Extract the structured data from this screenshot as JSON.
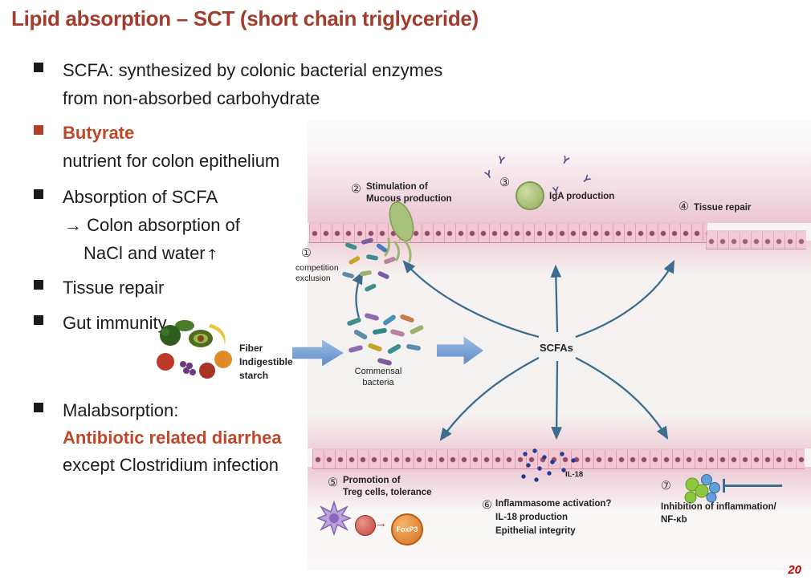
{
  "slide": {
    "title": "Lipid absorption – SCT (short chain triglyceride)",
    "page_number": "20"
  },
  "bullets": {
    "b1": "SCFA: synthesized by colonic bacterial enzymes\nfrom non-absorbed carbohydrate",
    "b2_title": "Butyrate",
    "b2_sub": "nutrient for colon epithelium",
    "b3_l1": "Absorption of SCFA",
    "b3_l2": "→ Colon absorption of",
    "b3_l3": "NaCl and water",
    "b3_arrow": "↑",
    "b4": "Tissue repair",
    "b5": "Gut immunity",
    "b6_l1": "Malabsorption:",
    "b6_l2": "Antibiotic related diarrhea",
    "b6_l3": "except Clostridium infection"
  },
  "figure": {
    "num1": "①",
    "num2": "②",
    "num3": "③",
    "num4": "④",
    "num5": "⑤",
    "num6": "⑥",
    "num7": "⑦",
    "competition": "competition\nexclusion",
    "stimulation": "Stimulation of\nMucous production",
    "iga": "IgA production",
    "tissue_repair": "Tissue repair",
    "fiber": "Fiber\nIndigestible\nstarch",
    "commensal": "Commensal\nbacteria",
    "scfas": "SCFAs",
    "promotion": "Promotion of\nTreg cells, tolerance",
    "foxp3": "FoxP3",
    "inflammasome": "Inflammasome activation?\nIL-18 production\nEpithelial integrity",
    "il18": "IL-18",
    "inhibition": "Inhibition of inflammation/\nNF-κb"
  },
  "icons": {
    "antibody_glyph": "Y",
    "cell_arrow": "→"
  },
  "colors": {
    "title_red": "#a23c2c",
    "accent_red": "#bf4729",
    "page_red": "#c00000",
    "arrow_blue": "#3c6d8f"
  }
}
